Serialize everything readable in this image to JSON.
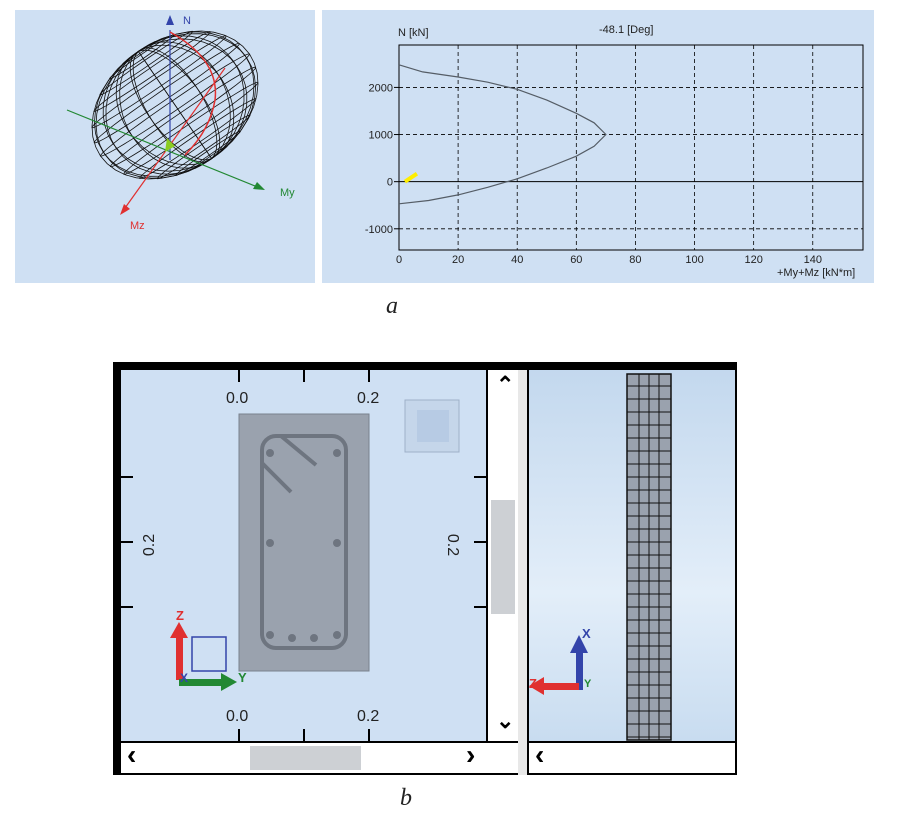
{
  "figure_a": {
    "caption": "a",
    "view3d": {
      "axis_n": "N",
      "axis_my": "My",
      "axis_mz": "Mz"
    },
    "plot": {
      "title": "-48.1 [Deg]",
      "ylabel": "N [kN]",
      "xlabel": "+My+Mz [kN*m]",
      "x_ticks": [
        "0",
        "20",
        "40",
        "60",
        "80",
        "100",
        "120",
        "140"
      ],
      "y_ticks": [
        "2000",
        "1000",
        "0",
        "-1000"
      ]
    }
  },
  "chart_data": {
    "type": "line",
    "title": "-48.1 [Deg]",
    "xlabel": "+My+Mz [kN*m]",
    "ylabel": "N [kN]",
    "xlim": [
      0,
      157
    ],
    "ylim": [
      -1450,
      2900
    ],
    "grid": true,
    "series": [
      {
        "values_xy": [
          [
            0,
            2480
          ],
          [
            8,
            2330
          ],
          [
            20,
            2220
          ],
          [
            30,
            2110
          ],
          [
            40,
            1960
          ],
          [
            50,
            1730
          ],
          [
            60,
            1450
          ],
          [
            66,
            1250
          ],
          [
            70,
            1000
          ],
          [
            66,
            750
          ],
          [
            60,
            540
          ],
          [
            50,
            290
          ],
          [
            40,
            60
          ],
          [
            30,
            -120
          ],
          [
            20,
            -280
          ],
          [
            10,
            -400
          ],
          [
            0,
            -470
          ]
        ]
      }
    ],
    "marker": {
      "x": 2,
      "y": 0,
      "color": "#ffee00"
    }
  },
  "figure_b": {
    "caption": "b",
    "section": {
      "top_ruler": [
        "0.0",
        "0.2"
      ],
      "bottom_ruler": [
        "0.0",
        "0.2"
      ],
      "left_ruler": "0.2",
      "right_ruler": "0.2",
      "axis_z": "Z",
      "axis_y": "Y",
      "axis_x": "X"
    },
    "elevation": {
      "axis_x": "X",
      "axis_z": "Z",
      "axis_y": "Y"
    },
    "scroll_up": "⌃",
    "scroll_down": "⌄",
    "scroll_left": "‹",
    "scroll_right": "›",
    "scroll_left2": "‹"
  },
  "colors": {
    "panel_bg": "#cfe0f3",
    "red": "#e03030",
    "green": "#228833",
    "blue": "#3344aa",
    "concrete": "#9aa2ae"
  }
}
